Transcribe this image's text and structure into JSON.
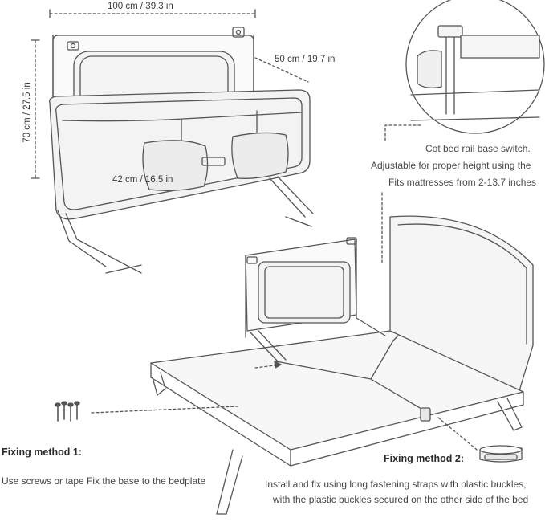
{
  "dimensions": {
    "width": "100 cm / 39.3 in",
    "depth": "50 cm / 19.7 in",
    "height": "70 cm / 27.5 in",
    "inner_height": "42 cm / 16.5 in"
  },
  "caption": {
    "line1": "Cot bed rail base switch.",
    "line2": "Adjustable for proper height using the",
    "line3": "Fits mattresses from 2-13.7 inches"
  },
  "method1": {
    "title": "Fixing method 1:",
    "text": "Use screws or tape Fix the base to the bedplate"
  },
  "method2": {
    "title": "Fixing method 2:",
    "line1": "Install and fix using long fastening straps with plastic buckles,",
    "line2": "with the plastic buckles secured on the other side of the bed"
  },
  "colors": {
    "line": "#555555",
    "fill": "#f3f3f3",
    "dash": "#555555"
  }
}
